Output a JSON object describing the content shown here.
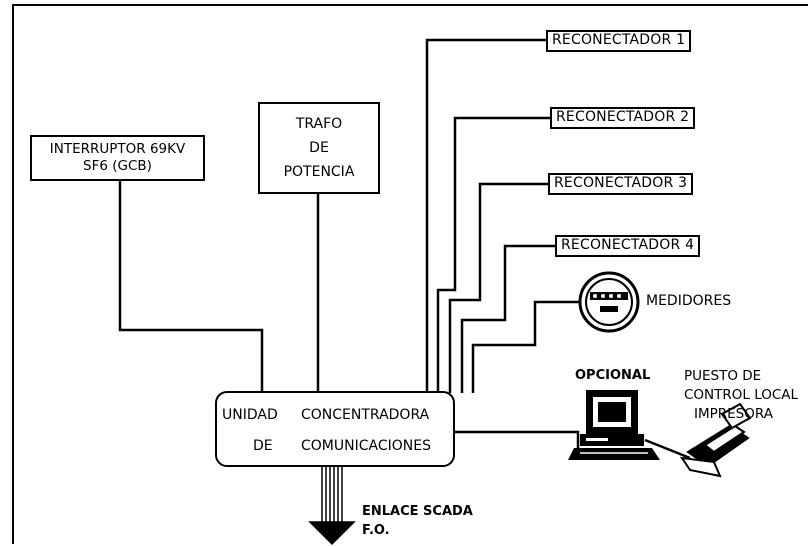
{
  "interruptor": {
    "line1": "INTERRUPTOR 69KV",
    "line2": "SF6 (GCB)"
  },
  "trafo": {
    "line1": "TRAFO",
    "line2": "DE",
    "line3": "POTENCIA"
  },
  "reconectadores": [
    {
      "label": "RECONECTADOR 1"
    },
    {
      "label": "RECONECTADOR 2"
    },
    {
      "label": "RECONECTADOR 3"
    },
    {
      "label": "RECONECTADOR 4"
    }
  ],
  "medidores": {
    "label": "MEDIDORES"
  },
  "concentrator": {
    "unidad": "UNIDAD",
    "concentradora": "CONCENTRADORA",
    "de": "DE",
    "comunicaciones": "COMUNICACIONES"
  },
  "opcional": {
    "label": "OPCIONAL",
    "line1": "PUESTO DE",
    "line2": "CONTROL LOCAL",
    "line3": "IMPRESORA"
  },
  "scada": {
    "line1": "ENLACE SCADA",
    "line2": "F.O."
  }
}
